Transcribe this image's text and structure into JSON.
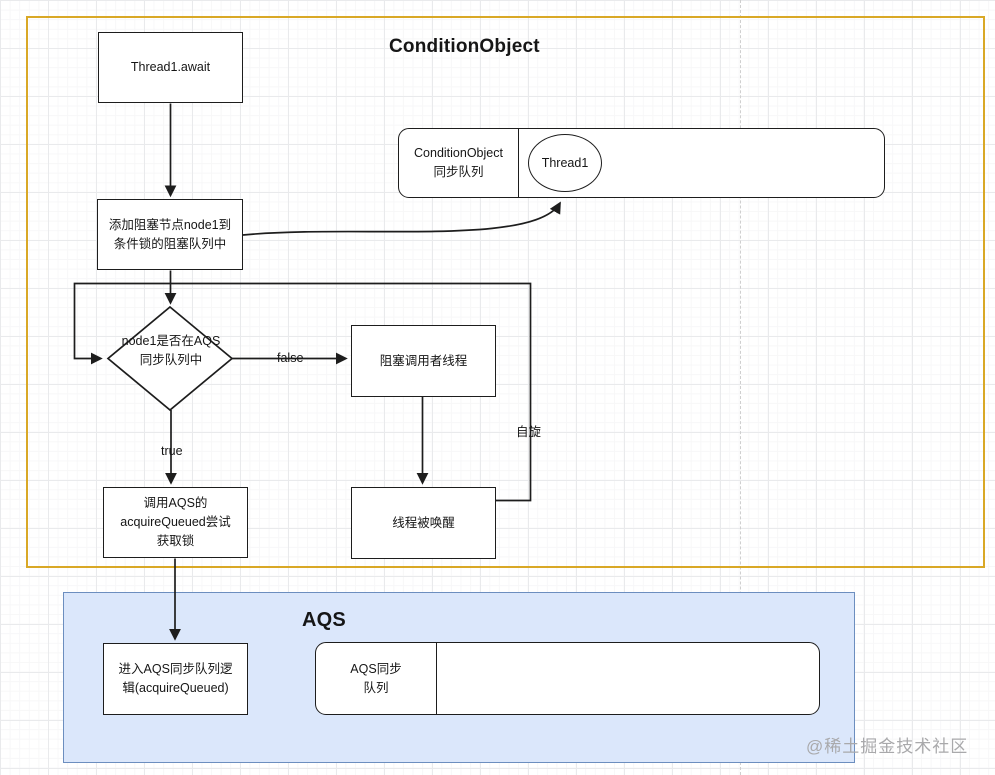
{
  "colors": {
    "condition_frame_border": "#D9A826",
    "aqs_frame_fill": "#DBE7FB",
    "aqs_frame_border": "#6C8EBF",
    "node_border": "#1d1d1d",
    "watermark_gray": "#a9a9ab"
  },
  "condition_section": {
    "title": "ConditionObject",
    "thread_await_box": "Thread1.await",
    "add_node_box": "添加阻塞节点node1到\n条件锁的阻塞队列中",
    "queue_container": {
      "label": "ConditionObject\n同步队列",
      "node": "Thread1"
    },
    "decision_diamond": "node1是否在AQS\n同步队列中",
    "edge_labels": {
      "false_label": "false",
      "true_label": "true",
      "spin_label": "自旋"
    },
    "block_caller_box": "阻塞调用者线程",
    "awakened_box": "线程被唤醒",
    "acquire_box": "调用AQS的\nacquireQueued尝试\n获取锁"
  },
  "aqs_section": {
    "title": "AQS",
    "enter_box": "进入AQS同步队列逻\n辑(acquireQueued)",
    "queue_container": {
      "label": "AQS同步\n队列"
    }
  },
  "watermark": "@稀土掘金技术社区"
}
